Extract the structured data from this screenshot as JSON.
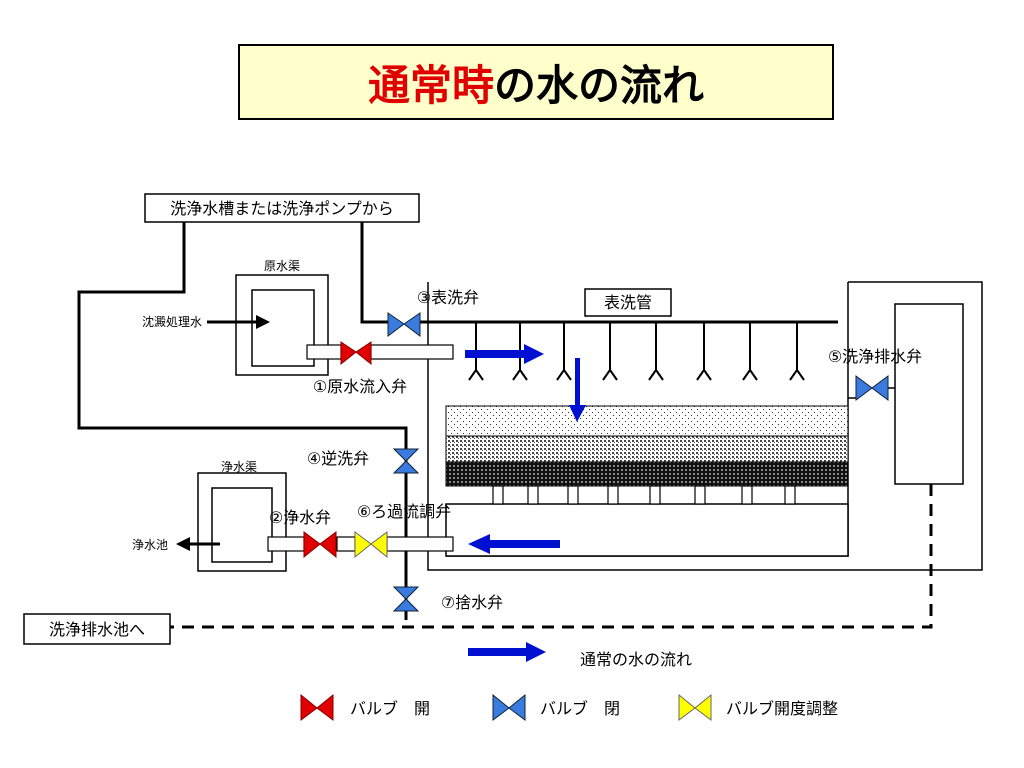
{
  "title": {
    "highlight": "通常時",
    "rest": "の水の流れ"
  },
  "labels": {
    "wash_source": "洗浄水槽または洗浄ポンプから",
    "raw_channel": "原水渠",
    "settled_water": "沈澱処理水",
    "v3": "③表洗弁",
    "surface_pipe": "表洗管",
    "v5": "⑤洗浄排水弁",
    "v1": "①原水流入弁",
    "v4": "④逆洗弁",
    "clean_channel": "浄水渠",
    "v2": "②浄水弁",
    "v6": "⑥ろ過流調弁",
    "clean_pond": "浄水池",
    "v7": "⑦捨水弁",
    "drain_pond": "洗浄排水池へ",
    "flow_legend": "通常の水の流れ"
  },
  "legend": {
    "open": "バルブ　開",
    "closed": "バルブ　閉",
    "adjust": "バルブ開度調整"
  },
  "colors": {
    "open": "#e00000",
    "closed": "#3a7be0",
    "adjust": "#ffff00",
    "flow_arrow": "#0010d0",
    "title_bg": "#ffffcc",
    "title_red": "#e00000"
  }
}
